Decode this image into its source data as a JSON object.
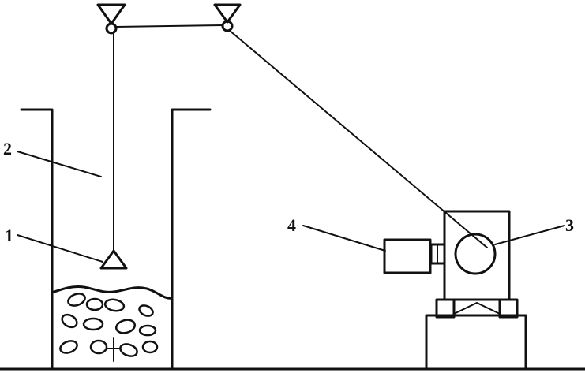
{
  "labels": {
    "l1": "1",
    "l2": "2",
    "l3": "3",
    "l4": "4"
  },
  "colors": {
    "ink": "#111111",
    "background": "#ffffff"
  }
}
